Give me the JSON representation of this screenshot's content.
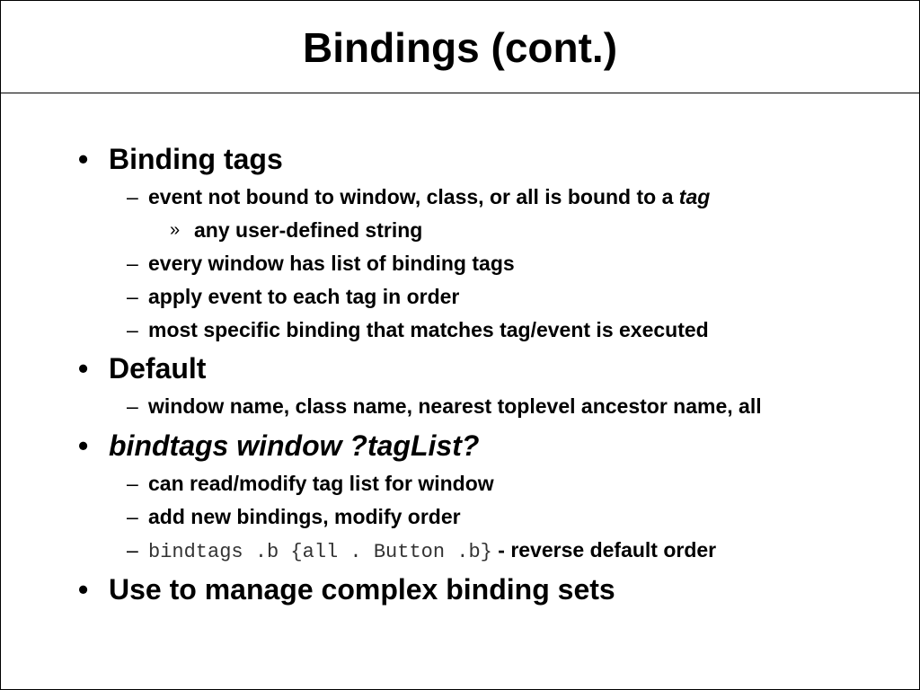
{
  "slide": {
    "title": "Bindings (cont.)",
    "markers": {
      "bullet": "•",
      "dash": "–",
      "chevron": "»"
    },
    "items": [
      {
        "level": 1,
        "text": "Binding tags"
      },
      {
        "level": 2,
        "text": "event not bound to window, class, or all is bound to a",
        "italic_suffix": "tag"
      },
      {
        "level": 3,
        "text": "any user-defined string"
      },
      {
        "level": 2,
        "text": "every window has list of binding tags"
      },
      {
        "level": 2,
        "text": "apply event to each tag in order"
      },
      {
        "level": 2,
        "text": "most specific binding that matches tag/event is executed"
      },
      {
        "level": 1,
        "text": "Default"
      },
      {
        "level": 2,
        "text": "window name, class name, nearest toplevel ancestor name, all"
      },
      {
        "level": 1,
        "text": "bindtags window ?tagList?"
      },
      {
        "level": 2,
        "text": "can read/modify tag list for window"
      },
      {
        "level": 2,
        "text": "add new bindings, modify order"
      },
      {
        "level": 2,
        "code": "bindtags .b {all . Button .b}",
        "text": "- reverse default order"
      },
      {
        "level": 1,
        "text": "Use to manage complex binding sets"
      }
    ]
  }
}
